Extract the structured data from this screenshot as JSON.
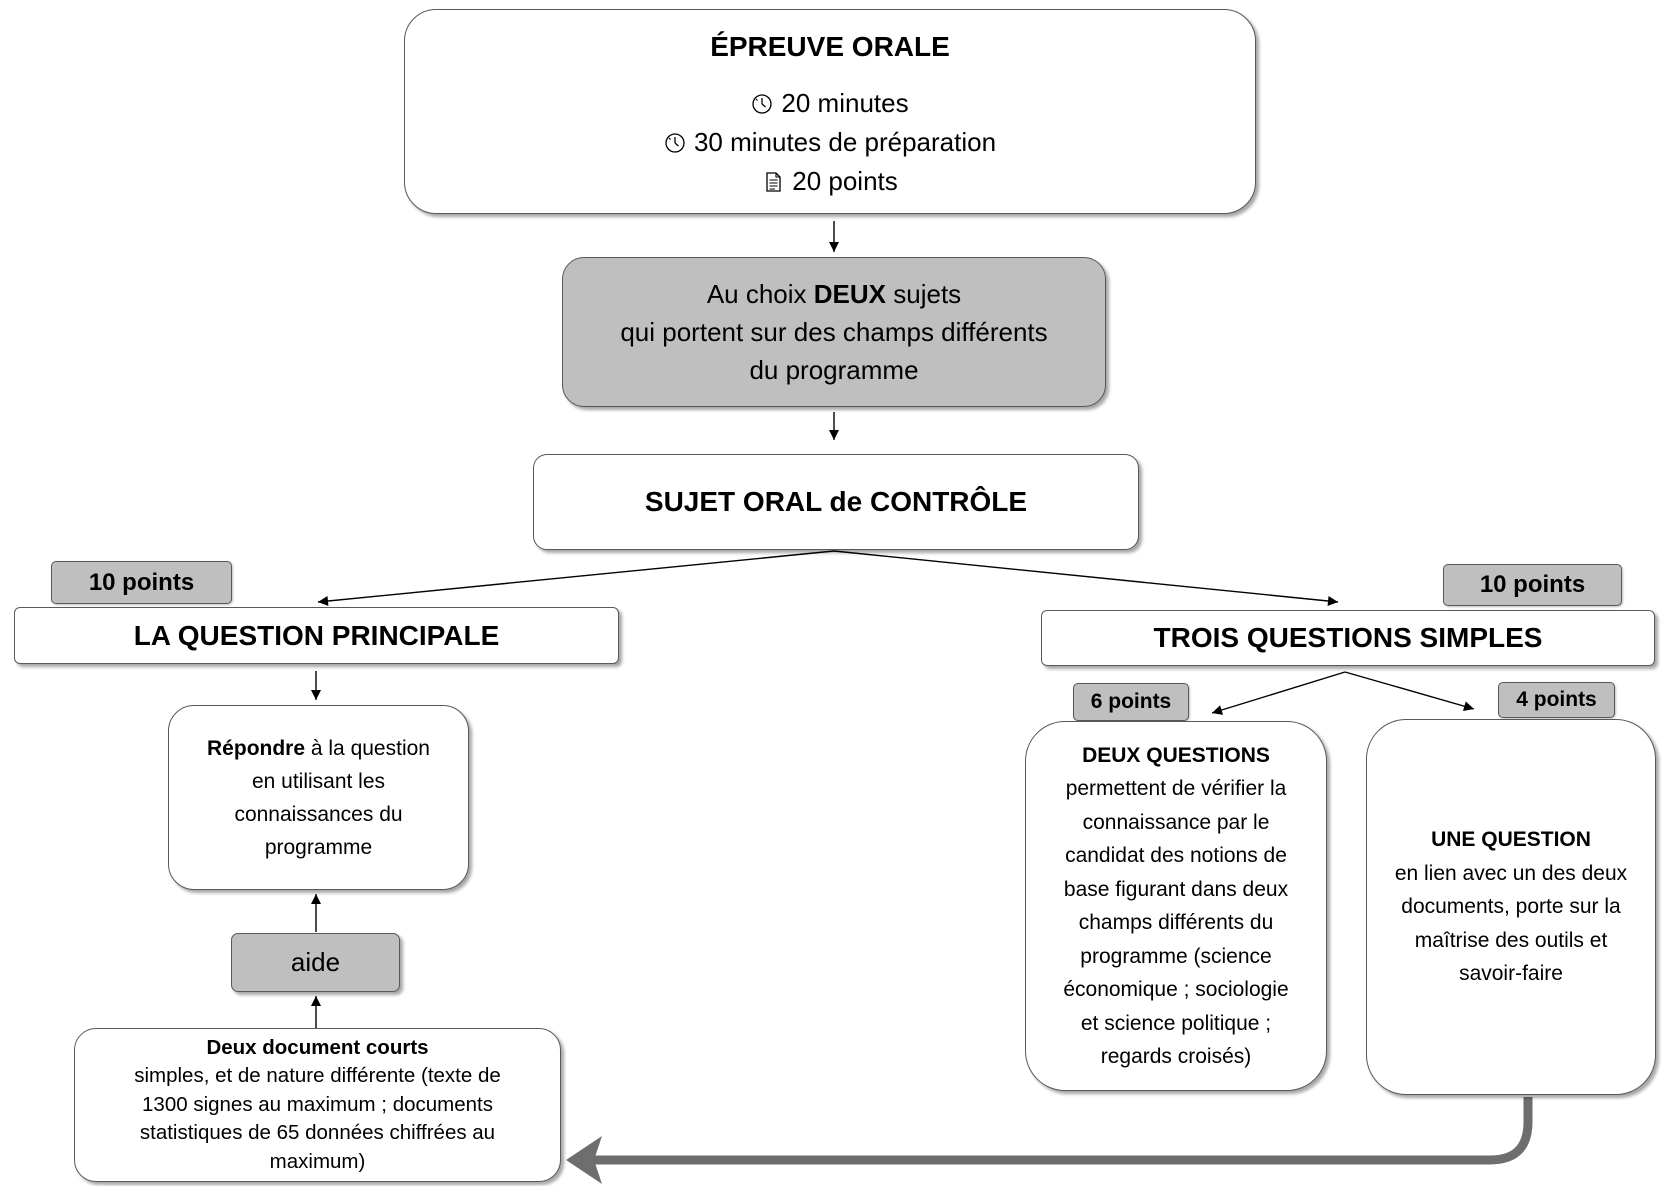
{
  "diagram": {
    "exam": {
      "title": "ÉPREUVE ORALE",
      "items": [
        {
          "icon": "clock-icon",
          "text": "20 minutes"
        },
        {
          "icon": "clock-icon",
          "text": "30 minutes de préparation"
        },
        {
          "icon": "document-icon",
          "text": "20 points"
        }
      ]
    },
    "choice": {
      "prefix": "Au choix",
      "bold": "DEUX",
      "suffix": "sujets",
      "lines": [
        "qui portent sur des champs différents",
        "du programme"
      ]
    },
    "subject": {
      "title": "SUJET ORAL de CONTRÔLE"
    },
    "main_question": {
      "points": "10 points",
      "title": "LA QUESTION PRINCIPALE",
      "task": {
        "bold": "Répondre",
        "rest": "à la question",
        "lines": [
          "en utilisant les",
          "connaissances du",
          "programme"
        ]
      },
      "aid": "aide",
      "documents": {
        "title": "Deux document courts",
        "lines": [
          "simples, et de nature différente (texte de",
          "1300 signes au maximum ; documents",
          "statistiques de 65 données chiffrées au",
          "maximum)"
        ]
      }
    },
    "simple_questions": {
      "points": "10 points",
      "title": "TROIS QUESTIONS SIMPLES",
      "two_questions": {
        "points": "6 points",
        "title": "DEUX QUESTIONS",
        "lines": [
          "permettent de vérifier la",
          "connaissance par le",
          "candidat des notions de",
          "base figurant dans deux",
          "champs différents du",
          "programme (science",
          "économique ; sociologie",
          "et science politique ;",
          "regards croisés)"
        ]
      },
      "one_question": {
        "points": "4 points",
        "title": "UNE QUESTION",
        "lines": [
          "en lien avec un des deux",
          "documents, porte sur la",
          "maîtrise des outils et",
          "savoir-faire"
        ]
      }
    }
  },
  "colors": {
    "highlight_fill": "#bfbfbf",
    "border": "#595959",
    "return_arrow": "#6e6e6e"
  }
}
